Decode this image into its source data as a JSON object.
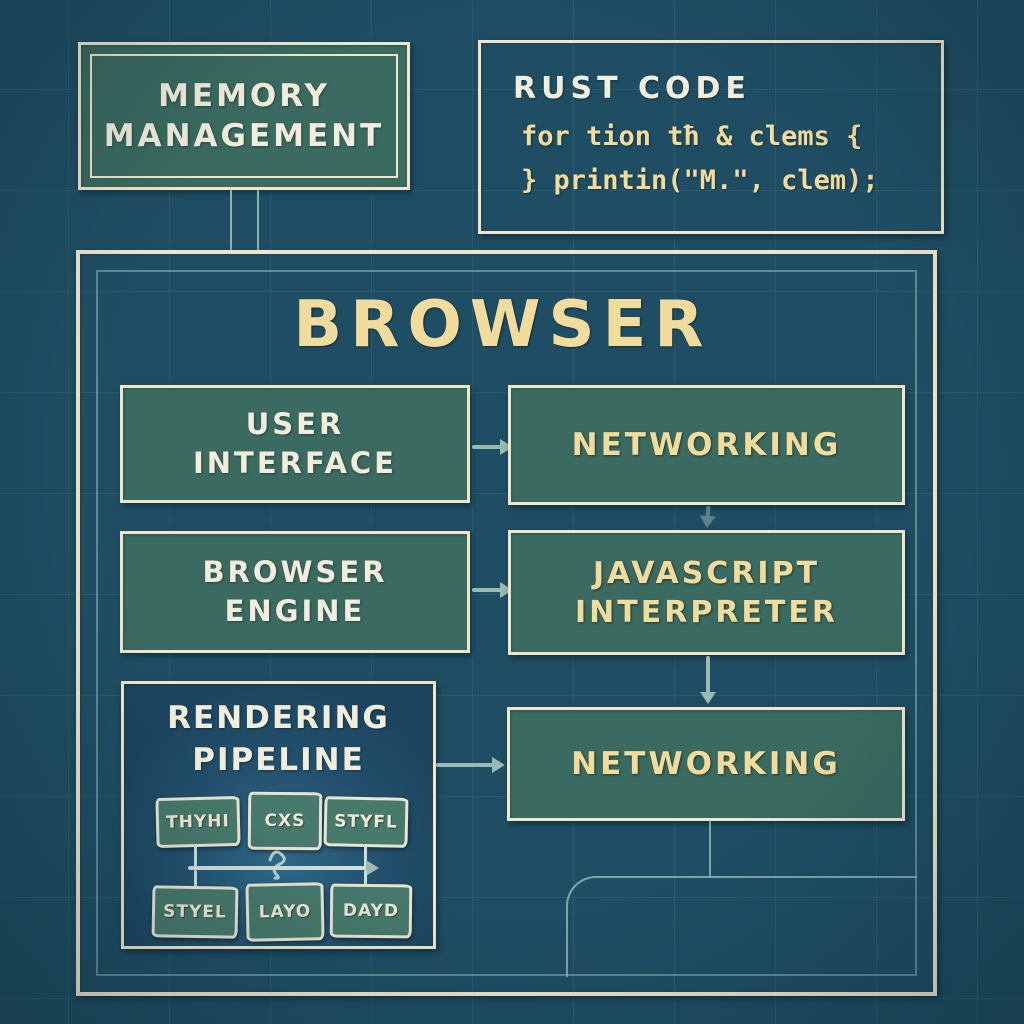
{
  "colors": {
    "background": "#1f4e64",
    "box_green_fill": "#3a6a60",
    "border_cream": "#f0e7cb",
    "text_white": "#f2eedd",
    "text_yellow": "#f2dc9d",
    "connector_teal": "#9cb9b2",
    "pipeline_interior": "#1c4560"
  },
  "memory_box": {
    "line1": "MEMORY",
    "line2": "MANAGEMENT"
  },
  "rust_box": {
    "title": "RUST CODE",
    "code_line1": "for tion tħ & clems {",
    "code_line2": "} printin(\"M.\", clem);"
  },
  "browser": {
    "title": "BROWSER",
    "user_interface": {
      "line1": "USER",
      "line2": "INTERFACE"
    },
    "networking_top": {
      "label": "NETWORKING"
    },
    "browser_engine": {
      "line1": "BROWSER",
      "line2": "ENGINE"
    },
    "js_interpreter": {
      "line1": "JAVASCRIPT",
      "line2": "INTERPRETER"
    },
    "rendering_pipeline": {
      "line1": "RENDERING",
      "line2": "PIPELINE",
      "sub_boxes": [
        "THYHI",
        "CXS",
        "STYFL",
        "STYEL",
        "LAYO",
        "DAYD"
      ]
    },
    "networking_bottom": {
      "label": "NETWORKING"
    }
  }
}
